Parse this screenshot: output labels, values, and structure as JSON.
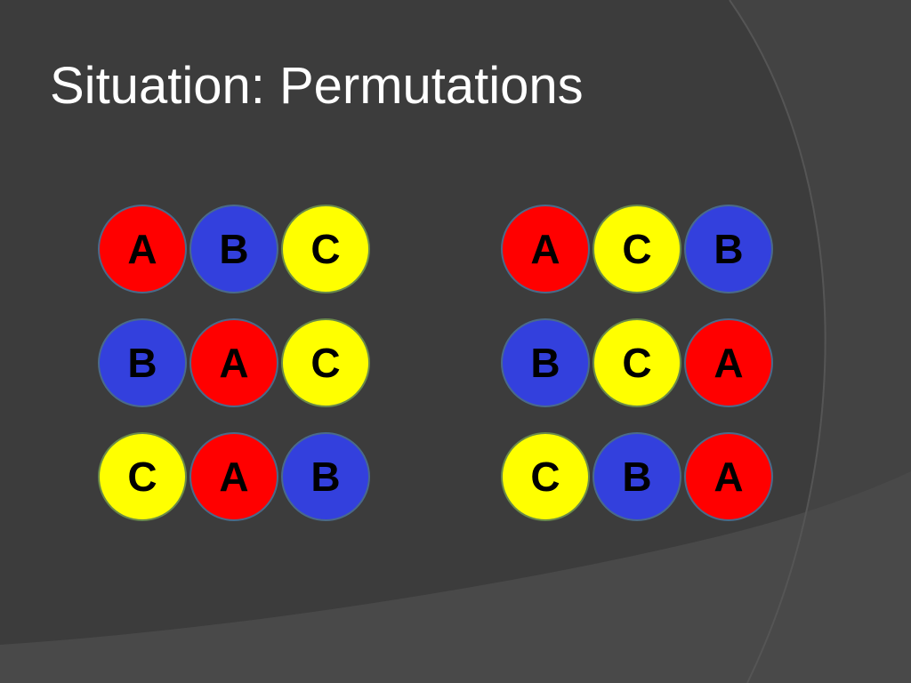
{
  "slide": {
    "title": "Situation: Permutations"
  },
  "colors": {
    "A": "#ff0000",
    "B": "#3340dd",
    "C": "#ffff00",
    "background": "#3c3c3c"
  },
  "permutations": {
    "left": [
      [
        "A",
        "B",
        "C"
      ],
      [
        "B",
        "A",
        "C"
      ],
      [
        "C",
        "A",
        "B"
      ]
    ],
    "right": [
      [
        "A",
        "C",
        "B"
      ],
      [
        "B",
        "C",
        "A"
      ],
      [
        "C",
        "B",
        "A"
      ]
    ]
  }
}
